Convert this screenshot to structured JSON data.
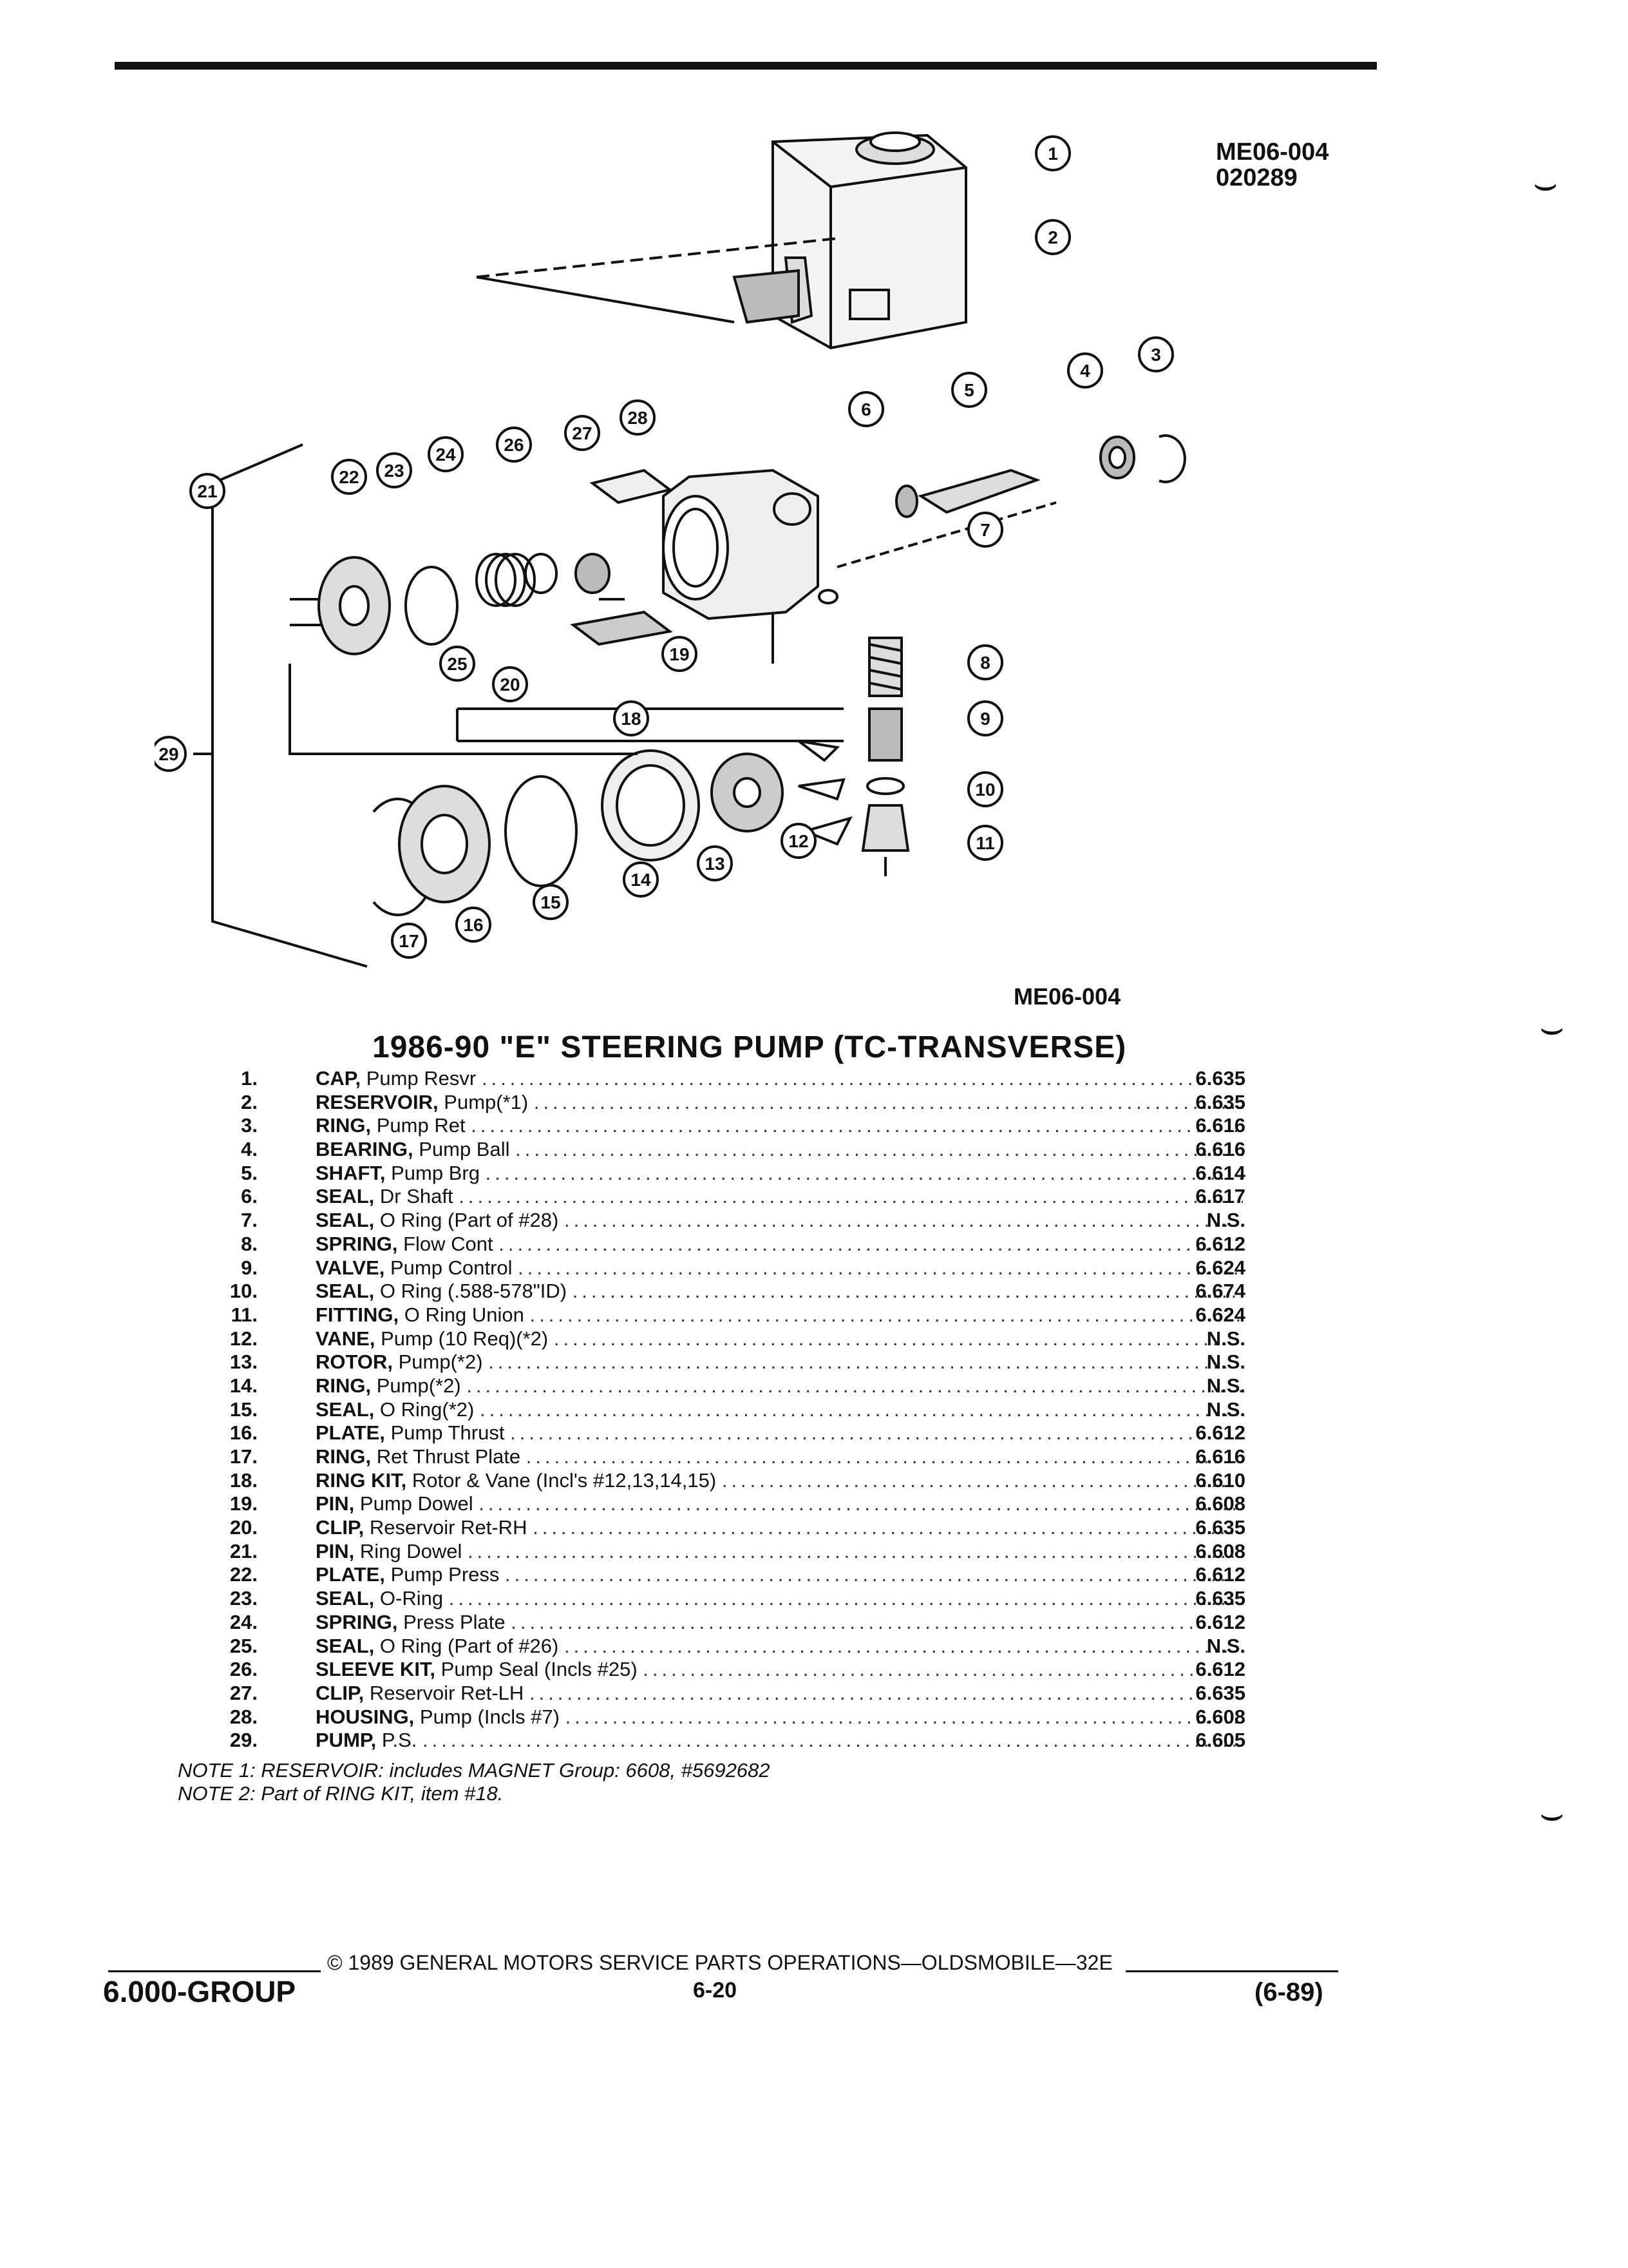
{
  "header": {
    "figure_id": "ME06-004",
    "figure_date": "020289"
  },
  "figure": {
    "label": "ME06-004",
    "callouts": [
      "1",
      "2",
      "3",
      "4",
      "5",
      "6",
      "7",
      "8",
      "9",
      "10",
      "11",
      "12",
      "13",
      "14",
      "15",
      "16",
      "17",
      "18",
      "19",
      "20",
      "21",
      "22",
      "23",
      "24",
      "25",
      "26",
      "27",
      "28",
      "29"
    ]
  },
  "title": "1986-90 \"E\" STEERING PUMP (TC-TRANSVERSE)",
  "parts": [
    {
      "num": "1.",
      "name": "CAP,",
      "desc": "Pump Resvr",
      "code": "6.635"
    },
    {
      "num": "2.",
      "name": "RESERVOIR,",
      "desc": "Pump(*1)",
      "code": "6.635"
    },
    {
      "num": "3.",
      "name": "RING,",
      "desc": "Pump Ret",
      "code": "6.616"
    },
    {
      "num": "4.",
      "name": "BEARING,",
      "desc": "Pump Ball",
      "code": "6.616"
    },
    {
      "num": "5.",
      "name": "SHAFT,",
      "desc": "Pump Brg",
      "code": "6.614"
    },
    {
      "num": "6.",
      "name": "SEAL,",
      "desc": "Dr Shaft",
      "code": "6.617"
    },
    {
      "num": "7.",
      "name": "SEAL,",
      "desc": "O Ring (Part of #28)",
      "code": "N.S."
    },
    {
      "num": "8.",
      "name": "SPRING,",
      "desc": "Flow Cont",
      "code": "6.612"
    },
    {
      "num": "9.",
      "name": "VALVE,",
      "desc": "Pump Control",
      "code": "6.624"
    },
    {
      "num": "10.",
      "name": "SEAL,",
      "desc": "O Ring (.588-578\"ID)",
      "code": "6.674"
    },
    {
      "num": "11.",
      "name": "FITTING,",
      "desc": "O Ring Union",
      "code": "6.624"
    },
    {
      "num": "12.",
      "name": "VANE,",
      "desc": "Pump (10 Req)(*2)",
      "code": "N.S."
    },
    {
      "num": "13.",
      "name": "ROTOR,",
      "desc": "Pump(*2)",
      "code": "N.S."
    },
    {
      "num": "14.",
      "name": "RING,",
      "desc": "Pump(*2)",
      "code": "N.S."
    },
    {
      "num": "15.",
      "name": "SEAL,",
      "desc": "O Ring(*2)",
      "code": "N.S."
    },
    {
      "num": "16.",
      "name": "PLATE,",
      "desc": "Pump Thrust",
      "code": "6.612"
    },
    {
      "num": "17.",
      "name": "RING,",
      "desc": "Ret Thrust Plate",
      "code": "6.616"
    },
    {
      "num": "18.",
      "name": "RING KIT,",
      "desc": "Rotor & Vane (Incl's #12,13,14,15)",
      "code": "6.610"
    },
    {
      "num": "19.",
      "name": "PIN,",
      "desc": "Pump Dowel",
      "code": "6.608"
    },
    {
      "num": "20.",
      "name": "CLIP,",
      "desc": "Reservoir Ret-RH",
      "code": "6.635"
    },
    {
      "num": "21.",
      "name": "PIN,",
      "desc": "Ring Dowel",
      "code": "6.608"
    },
    {
      "num": "22.",
      "name": "PLATE,",
      "desc": "Pump Press",
      "code": "6.612"
    },
    {
      "num": "23.",
      "name": "SEAL,",
      "desc": "O-Ring",
      "code": "6.635"
    },
    {
      "num": "24.",
      "name": "SPRING,",
      "desc": "Press Plate",
      "code": "6.612"
    },
    {
      "num": "25.",
      "name": "SEAL,",
      "desc": "O Ring (Part of #26)",
      "code": "N.S."
    },
    {
      "num": "26.",
      "name": "SLEEVE KIT,",
      "desc": "Pump Seal (Incls #25)",
      "code": "6.612"
    },
    {
      "num": "27.",
      "name": "CLIP,",
      "desc": "Reservoir Ret-LH",
      "code": "6.635"
    },
    {
      "num": "28.",
      "name": "HOUSING,",
      "desc": "Pump (Incls #7)",
      "code": "6.608"
    },
    {
      "num": "29.",
      "name": "PUMP,",
      "desc": "P.S.",
      "code": "6.605"
    }
  ],
  "notes": [
    "NOTE 1: RESERVOIR: includes MAGNET Group: 6608, #5692682",
    "NOTE 2: Part of RING KIT, item #18."
  ],
  "footer": {
    "group": "6.000-GROUP",
    "copyright": "© 1989 GENERAL MOTORS SERVICE PARTS OPERATIONS—OLDSMOBILE—32E",
    "page": "6-20",
    "date": "(6-89)"
  }
}
